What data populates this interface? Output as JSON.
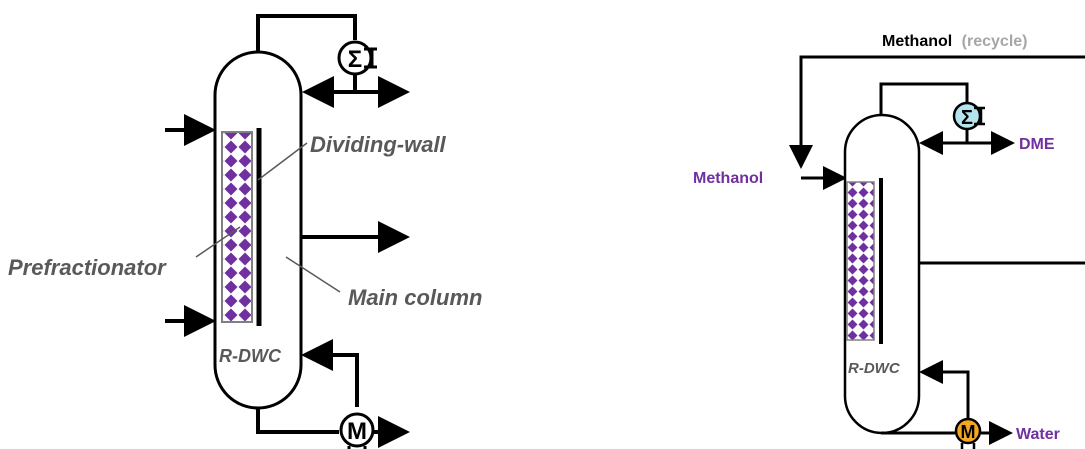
{
  "left": {
    "labels": {
      "dividing_wall": "Dividing-wall",
      "prefractionator": "Prefractionator",
      "main_column": "Main column",
      "column_name": "R-DWC"
    },
    "condenser_symbol": "Σ",
    "reboiler_symbol": "M"
  },
  "right": {
    "labels": {
      "recycle_main": "Methanol",
      "recycle_suffix": "(recycle)",
      "feed": "Methanol",
      "top_product": "DME",
      "bottom_product": "Water",
      "column_name": "R-DWC"
    },
    "condenser_symbol": "Σ",
    "reboiler_symbol": "M"
  },
  "colors": {
    "stream_label": "#7030a0",
    "label_grey": "#595959",
    "recycle_grey": "#a6a6a6",
    "packing_diamond": "#7030a0",
    "condenser_fill": "#b4e4ee",
    "reboiler_fill": "#f5a623"
  }
}
